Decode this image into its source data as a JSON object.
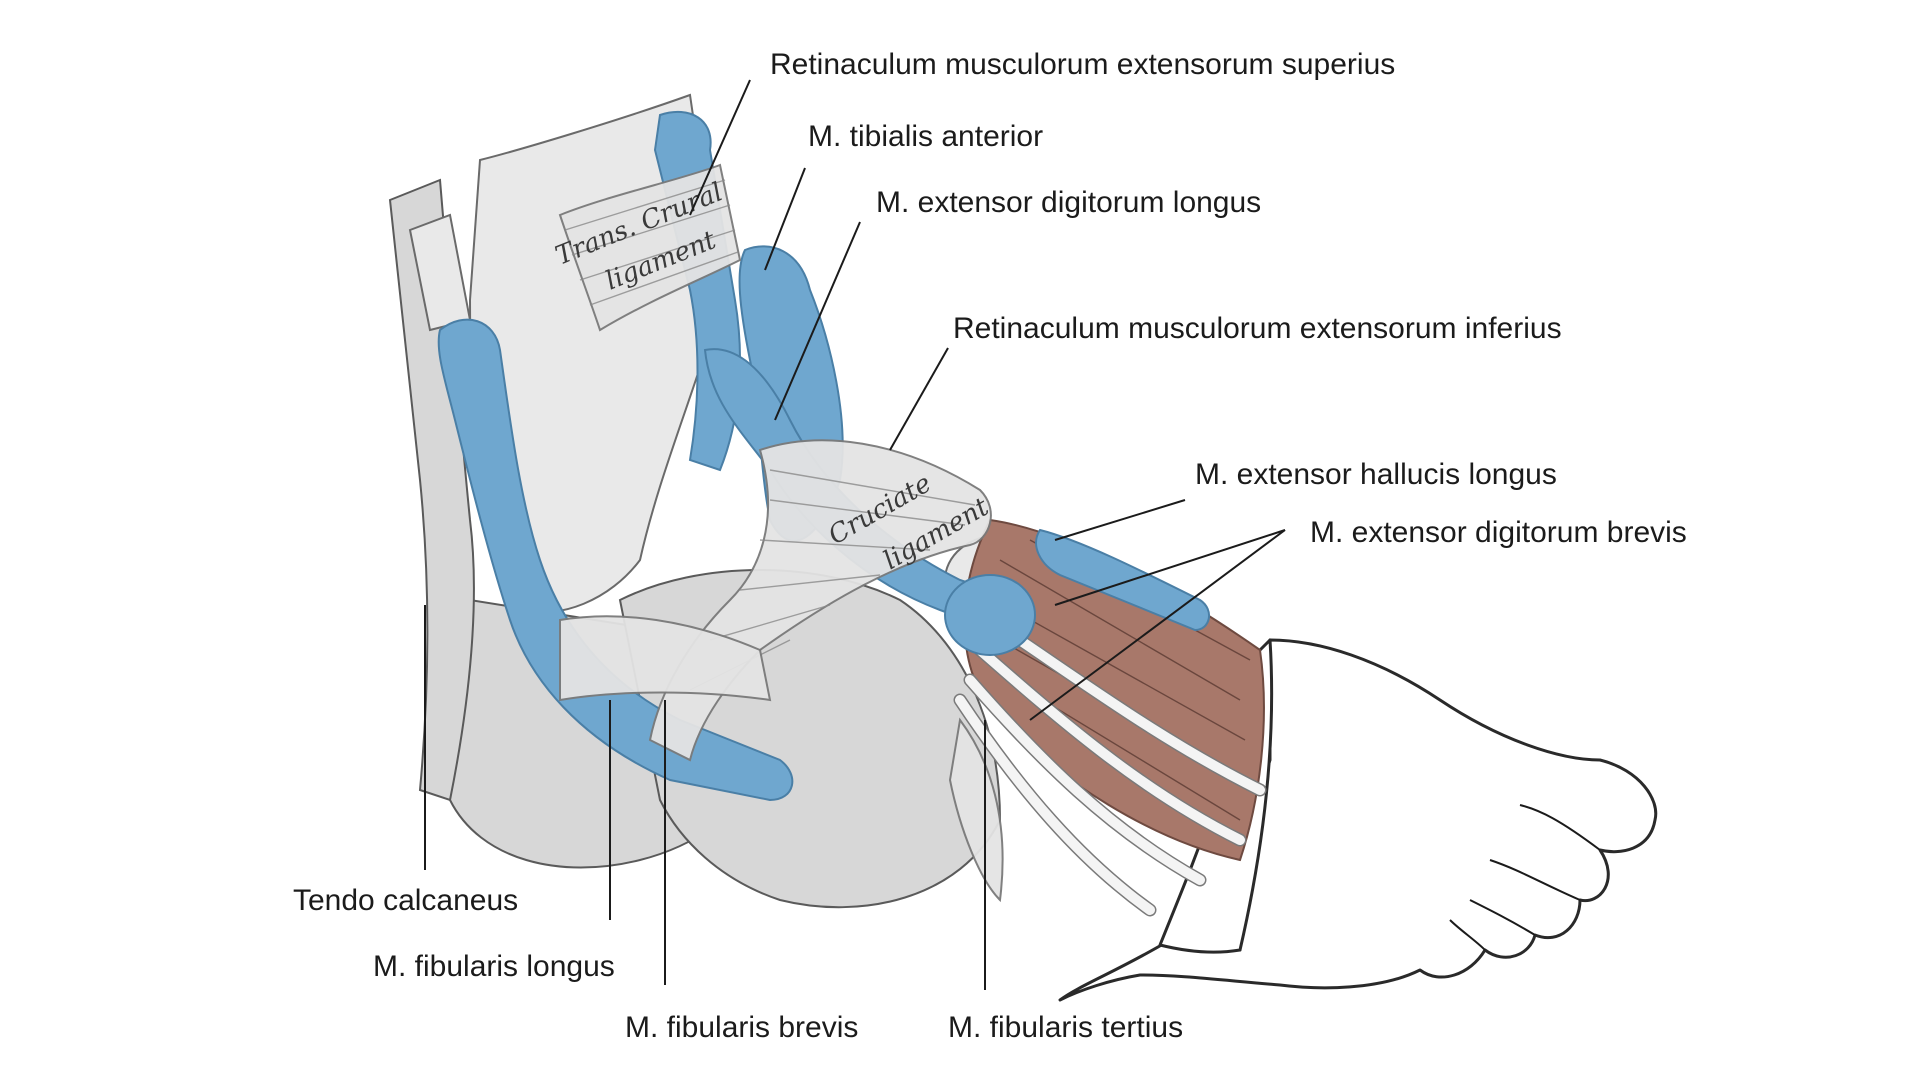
{
  "labels": {
    "ret_sup": "Retinaculum musculorum extensorum superius",
    "tib_ant": "M. tibialis anterior",
    "ext_dig_long": "M. extensor digitorum longus",
    "ret_inf": "Retinaculum musculorum extensorum inferius",
    "ext_hal_long": "M. extensor hallucis longus",
    "ext_dig_brev": "M. extensor digitorum brevis",
    "tendo_calc": "Tendo calcaneus",
    "fib_long": "M. fibularis longus",
    "fib_brev": "M. fibularis brevis",
    "fib_tert": "M. fibularis tertius"
  },
  "engraving_text": {
    "trans_crural_1": "Trans. Crural",
    "trans_crural_2": "ligament",
    "cruciate_1": "Cruciate",
    "cruciate_2": "ligament"
  },
  "colors": {
    "synovial_sheath": "#6fa7cf",
    "muscle": "#a8786a",
    "bone": "#d7d7d7"
  }
}
